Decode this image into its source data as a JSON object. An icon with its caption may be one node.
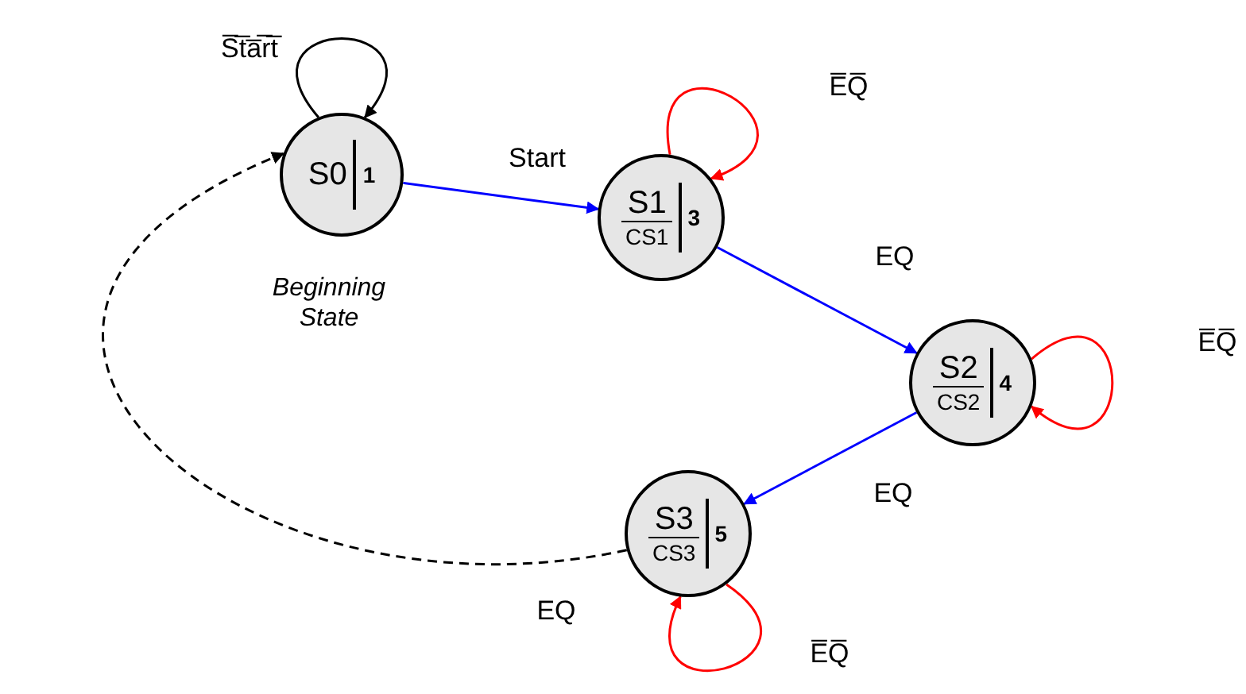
{
  "diagram": {
    "nodes": [
      {
        "text": [
          "S0",
          "1"
        ],
        "beside": [
          "Beginning State"
        ]
      },
      {
        "text": [
          "S1",
          "CS1",
          "3"
        ]
      },
      {
        "text": [
          "S2",
          "CS2",
          "4"
        ]
      },
      {
        "text": [
          "S3",
          "CS3",
          "5"
        ]
      }
    ],
    "edges": [
      {
        "from": 0,
        "to": 0,
        "arrow": "to",
        "label": "S̅t̅a̅r̅t̅",
        "color": "#000000"
      },
      {
        "from": 0,
        "to": 1,
        "arrow": "to",
        "label": "Start",
        "color": "#0000ff"
      },
      {
        "from": 1,
        "to": 1,
        "arrow": "to",
        "label": "E̅Q̅",
        "color": "#ff0000"
      },
      {
        "from": 1,
        "to": 2,
        "arrow": "to",
        "label": "EQ",
        "color": "#0000ff"
      },
      {
        "from": 2,
        "to": 2,
        "arrow": "to",
        "label": "E̅Q̅",
        "color": "#ff0000"
      },
      {
        "from": 2,
        "to": 3,
        "arrow": "to",
        "label": "EQ",
        "color": "#0000ff"
      },
      {
        "from": 3,
        "to": 3,
        "arrow": "to",
        "label": "E̅Q̅",
        "color": "#ff0000"
      },
      {
        "from": 3,
        "to": 0,
        "arrow": "to",
        "label": "EQ",
        "style": "dashed",
        "color": "#000000"
      }
    ]
  }
}
